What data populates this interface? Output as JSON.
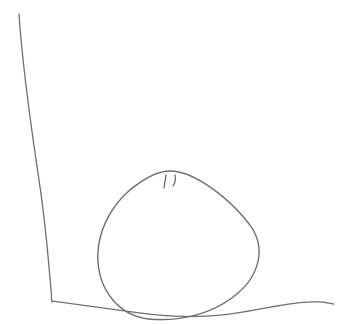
{
  "sketch": {
    "background_color": "#ffffff",
    "stroke_color": "#6f6f6f",
    "strokes": [
      "vertical-line",
      "horizontal-baseline",
      "closed-loop",
      "loop-tick-marks"
    ]
  }
}
